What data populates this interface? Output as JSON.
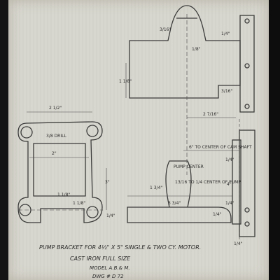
{
  "drawing": {
    "title_line1": "PUMP BRACKET FOR 4½\" X 5\" SINGLE & TWO CY. MOTOR.",
    "title_line2": "CAST IRON    FULL SIZE",
    "title_line3": "MODEL A.B.& M.",
    "title_line4": "DWG # D 72"
  },
  "dimensions": {
    "top_width": "2 1/2\"",
    "drill_note": "3/8 DRILL",
    "inner_width": "2\"",
    "left_height": "3\"",
    "bottom_offset": "1 1/8\"",
    "bottom_right_small": "1/4\"",
    "top_view_left": "1 1/8\"",
    "top_view_boss_top": "3/16\"",
    "top_view_right_top": "1/4\"",
    "top_view_right_bottom": "3/16\"",
    "top_view_mid": "1/8\"",
    "center_dist": "2 7/16\"",
    "center_to_cam": "6\" TO CENTER OF CAM SHAFT",
    "pump_label": "PUMP CENTER",
    "side_base_len": "3 3/4\"",
    "side_thick": "1/4\"",
    "side_height": "1 3/4\"",
    "side_right_upper": "1/4\"",
    "side_right_mid": "4\"",
    "side_right_lower": "1/4\"",
    "side_bottom": "1/4\"",
    "side_small_mid": "1 1/8\"",
    "side_center_note": "13/16 TO 1/4 CENTER OF PUMP"
  }
}
